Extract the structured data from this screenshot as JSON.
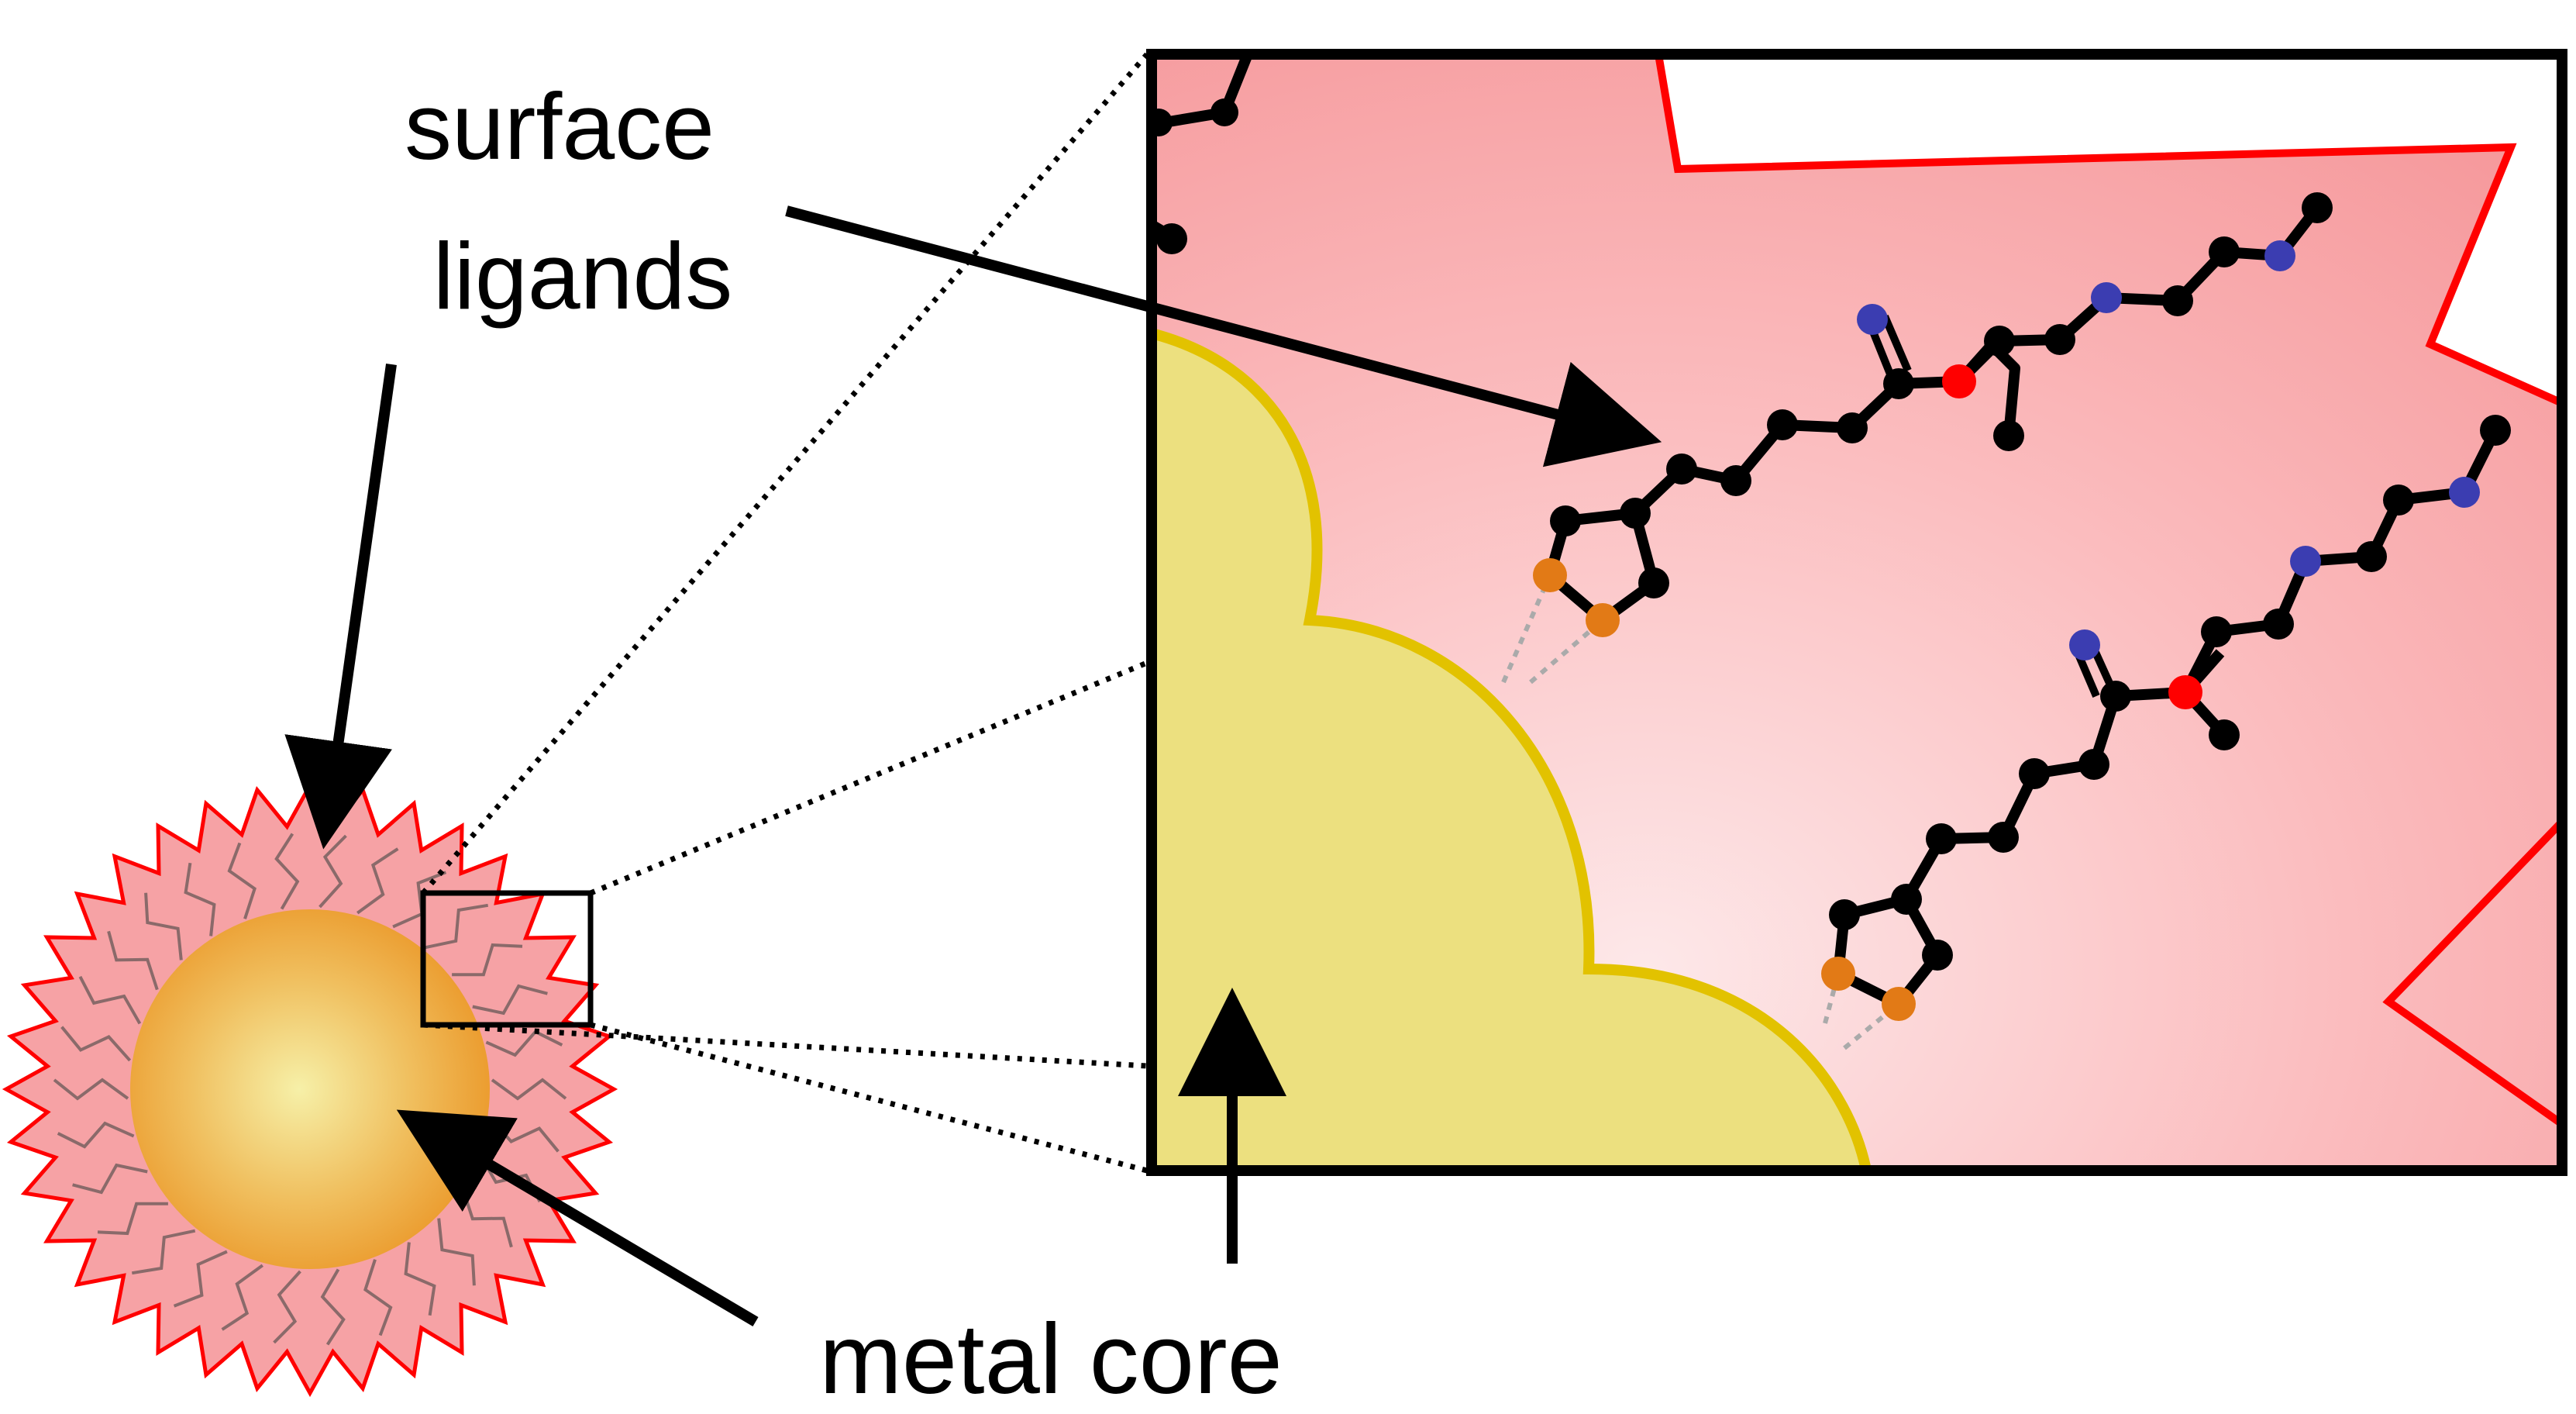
{
  "labels": {
    "surface_ligands_line1": "surface",
    "surface_ligands_line2": "ligands",
    "metal_core": "metal core"
  },
  "colors": {
    "ligand_shell_fill": "#f4a0a3",
    "ligand_shell_stroke": "#ff0000",
    "core_fill": "#ece07f",
    "core_stroke": "#e2c200",
    "core_gradient_center": "#f6f0a8",
    "core_gradient_edge": "#eba130",
    "atom_carbon": "#000000",
    "atom_nitrogen": "#3b3db1",
    "atom_oxygen": "#ff0000",
    "atom_sulfur": "#e27a16",
    "frame": "#000000"
  }
}
